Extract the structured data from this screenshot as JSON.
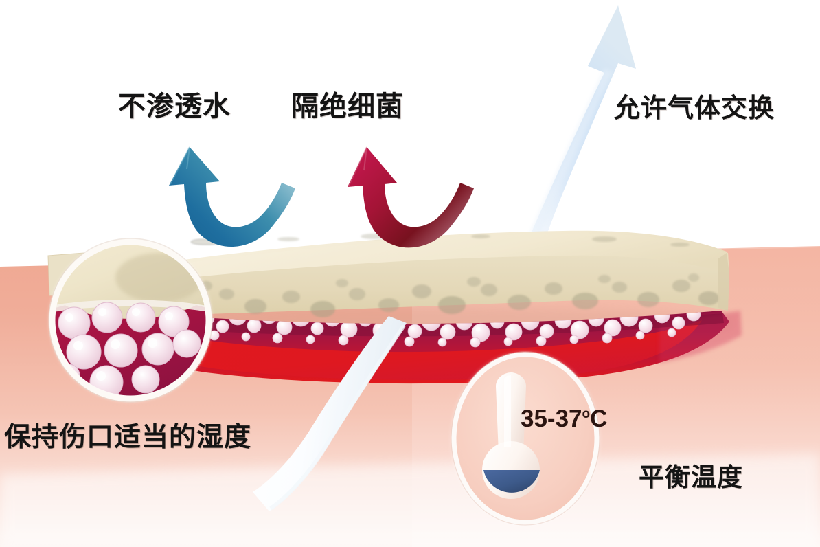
{
  "figure": {
    "title": "Wound dressing cross-section infographic",
    "background_color": "#ffffff"
  },
  "labels": {
    "waterproof": "不渗透水",
    "bacteria_barrier": "隔绝细菌",
    "gas_exchange": "允许气体交换",
    "moisture_balance": "保持伤口适当的湿度",
    "temperature_balance": "平衡温度",
    "temperature_value": "35-37",
    "temperature_degree": "o",
    "temperature_unit": "C"
  },
  "colors": {
    "water_arrow": "#1c6d9e",
    "water_arrow_light": "#8fc4d6",
    "bacteria_arrow": "#c0184f",
    "bacteria_arrow_dark": "#7e1320",
    "gas_arrow": "#d6e6f7",
    "foam_top": "#f4ecd5",
    "foam_body": "#e8dcbe",
    "foam_pore": "#b6b094",
    "skin": "#eeaa95",
    "skin_light": "#fbeae4",
    "wound_deep": "#a0153f",
    "wound_bright": "#e0191d",
    "moisture_bubble": "#f5dde6",
    "thermometer_liquid": "#3d5a8a",
    "thermometer_body": "#fbf7f3",
    "ribbon": "#ffffff",
    "text": "#141414"
  },
  "elements": {
    "foam_dressing": "porous foam wound dressing slab",
    "wound_bed": "red wound tissue bed beneath dressing",
    "magnifier_circle": "magnified inset of dressing over moist wound",
    "thermometer_circle": "thermometer inset showing wound temperature",
    "ribbon_pointer": "white ribbon pointer from wound bed to moisture label",
    "moisture_bubbles": "row of moisture droplets at dressing-wound interface"
  }
}
